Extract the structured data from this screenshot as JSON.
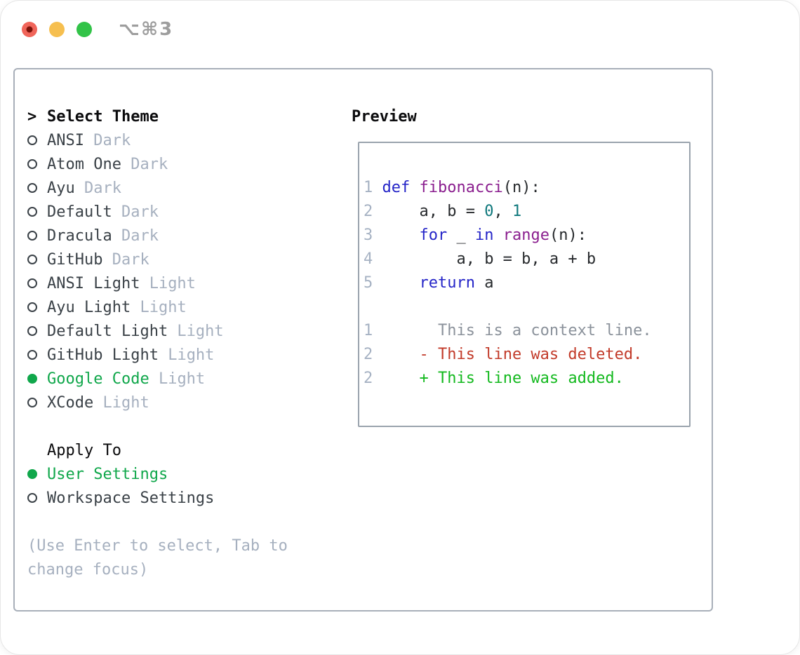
{
  "window": {
    "shortcut_label": "⌥⌘3"
  },
  "theme_panel": {
    "header": {
      "prefix": ">",
      "label": "Select Theme"
    },
    "themes": [
      {
        "name": "ANSI",
        "variant": "Dark",
        "selected": false
      },
      {
        "name": "Atom One",
        "variant": "Dark",
        "selected": false
      },
      {
        "name": "Ayu",
        "variant": "Dark",
        "selected": false
      },
      {
        "name": "Default",
        "variant": "Dark",
        "selected": false
      },
      {
        "name": "Dracula",
        "variant": "Dark",
        "selected": false
      },
      {
        "name": "GitHub",
        "variant": "Dark",
        "selected": false
      },
      {
        "name": "ANSI Light",
        "variant": "Light",
        "selected": false
      },
      {
        "name": "Ayu Light",
        "variant": "Light",
        "selected": false
      },
      {
        "name": "Default Light",
        "variant": "Light",
        "selected": false
      },
      {
        "name": "GitHub Light",
        "variant": "Light",
        "selected": false
      },
      {
        "name": "Google Code",
        "variant": "Light",
        "selected": true
      },
      {
        "name": "XCode",
        "variant": "Light",
        "selected": false
      }
    ],
    "apply_to": {
      "label": "Apply To",
      "options": [
        {
          "name": "User Settings",
          "selected": true
        },
        {
          "name": "Workspace Settings",
          "selected": false
        }
      ]
    },
    "hint_lines": [
      "(Use Enter to select, Tab to",
      "change focus)"
    ]
  },
  "preview": {
    "label": "Preview",
    "code_lines": [
      {
        "num": "1",
        "tokens": [
          {
            "t": "def",
            "c": "kw"
          },
          {
            "t": " ",
            "c": "pl"
          },
          {
            "t": "fibonacci",
            "c": "fn"
          },
          {
            "t": "(n):",
            "c": "pl"
          }
        ]
      },
      {
        "num": "2",
        "tokens": [
          {
            "t": "    a, b = ",
            "c": "pl"
          },
          {
            "t": "0",
            "c": "lit"
          },
          {
            "t": ", ",
            "c": "pl"
          },
          {
            "t": "1",
            "c": "lit"
          }
        ]
      },
      {
        "num": "3",
        "tokens": [
          {
            "t": "    ",
            "c": "pl"
          },
          {
            "t": "for",
            "c": "kw"
          },
          {
            "t": " _ ",
            "c": "pl"
          },
          {
            "t": "in",
            "c": "kw"
          },
          {
            "t": " ",
            "c": "pl"
          },
          {
            "t": "range",
            "c": "fn"
          },
          {
            "t": "(n):",
            "c": "pl"
          }
        ]
      },
      {
        "num": "4",
        "tokens": [
          {
            "t": "        a, b = b, a + b",
            "c": "pl"
          }
        ]
      },
      {
        "num": "5",
        "tokens": [
          {
            "t": "    ",
            "c": "pl"
          },
          {
            "t": "return",
            "c": "kw"
          },
          {
            "t": " a",
            "c": "pl"
          }
        ]
      }
    ],
    "diff_lines": [
      {
        "num": "1",
        "marker": "",
        "text": "This is a context line.",
        "kind": "context"
      },
      {
        "num": "2",
        "marker": "-",
        "text": "This line was deleted.",
        "kind": "deleted"
      },
      {
        "num": "2",
        "marker": "+",
        "text": "This line was added.",
        "kind": "added"
      }
    ]
  },
  "colors": {
    "accent_green": "#10a74b",
    "list_text": "#3a4147",
    "muted_gray": "#a6b0bf",
    "header_black": "#0b0b0d",
    "panel_border": "#a8afb9",
    "preview_border": "#9aa3ad",
    "code_keyword": "#2525c8",
    "code_function": "#8b1f8f",
    "code_literal": "#0f787c",
    "code_plain": "#26292c",
    "line_number": "#a6b2c3",
    "diff_context": "#8b929b",
    "diff_deleted": "#c23a29",
    "diff_added": "#13b91e",
    "traffic_close": "#f0655a",
    "traffic_close_dot": "#7c1209",
    "traffic_minimize": "#f6bf4f",
    "traffic_zoom": "#32c348",
    "shortcut_text": "#9d9d9d"
  }
}
